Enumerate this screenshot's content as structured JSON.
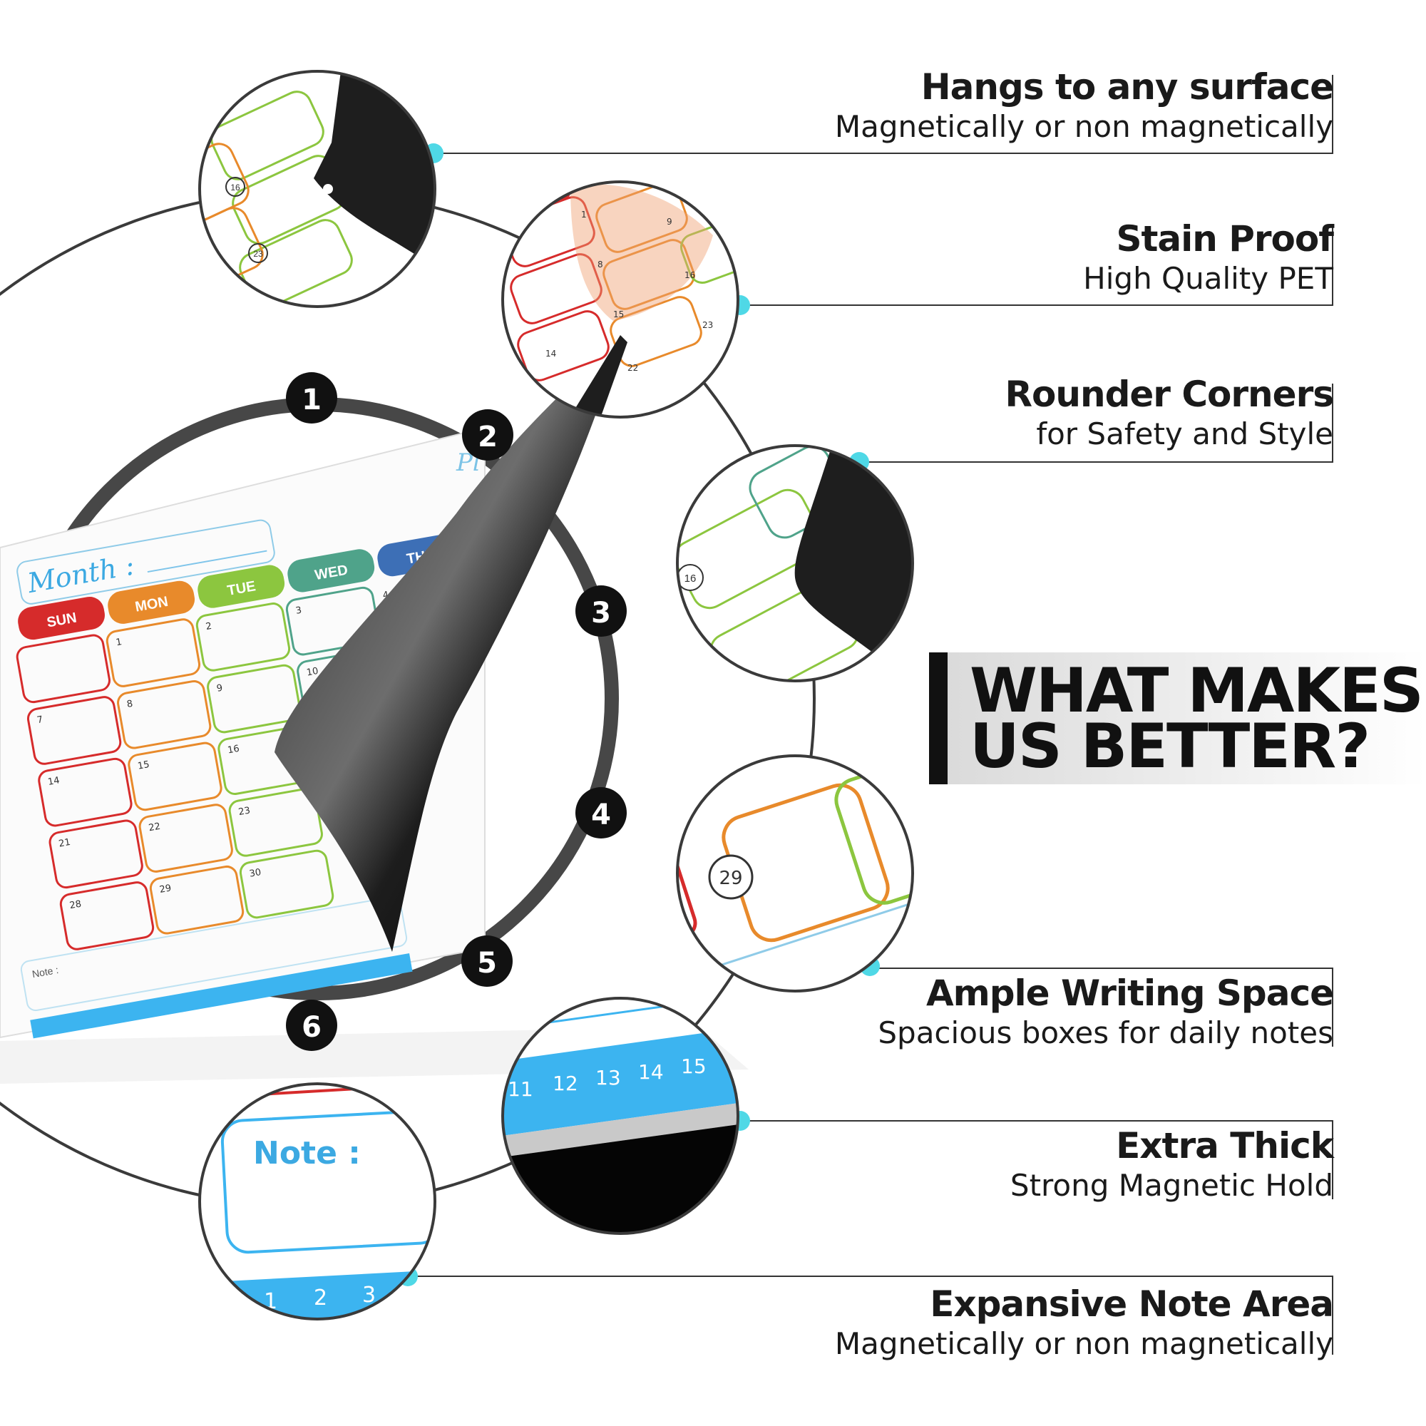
{
  "headline": {
    "line1": "WHAT MAKES",
    "line2": "US BETTER?"
  },
  "features": [
    {
      "title": "Hangs to any surface",
      "subtitle": "Magnetically or non magnetically"
    },
    {
      "title": "Stain Proof",
      "subtitle": "High Quality PET"
    },
    {
      "title": "Rounder Corners",
      "subtitle": "for Safety and Style"
    },
    {
      "title": "Ample Writing Space",
      "subtitle": "Spacious boxes for daily notes"
    },
    {
      "title": "Extra Thick",
      "subtitle": "Strong Magnetic Hold"
    },
    {
      "title": "Expansive Note Area",
      "subtitle": "Magnetically or non magnetically"
    }
  ],
  "ring_numbers": [
    "1",
    "2",
    "3",
    "4",
    "5",
    "6"
  ],
  "calendar": {
    "brand_partial": "Pl",
    "month_label": "Month :",
    "days": [
      "SUN",
      "MON",
      "TUE",
      "WED",
      "THU"
    ],
    "note_label": "Note :",
    "date_numbers": [
      "1",
      "2",
      "3",
      "4",
      "7",
      "8",
      "9",
      "10",
      "14",
      "15",
      "16",
      "21",
      "22",
      "23",
      "28",
      "29",
      "30"
    ]
  },
  "zoom_details": {
    "hang_dates": [
      "16",
      "23"
    ],
    "stain_dates": [
      "1",
      "8",
      "9",
      "15",
      "16",
      "14",
      "22",
      "23"
    ],
    "corner_date": "16",
    "ample_date": "29",
    "ruler_numbers": [
      "11",
      "12",
      "13",
      "14",
      "15"
    ],
    "note_ruler_numbers": [
      "1",
      "2",
      "3"
    ]
  },
  "colors": {
    "accent_cyan": "#4fd8e6",
    "sun": "#d62b2b",
    "mon": "#e88a2b",
    "tue": "#8cc63f",
    "wed": "#4fa38a",
    "thu": "#3d6fb6",
    "ruler": "#3cb4f0",
    "dark": "#1e1e1e"
  }
}
